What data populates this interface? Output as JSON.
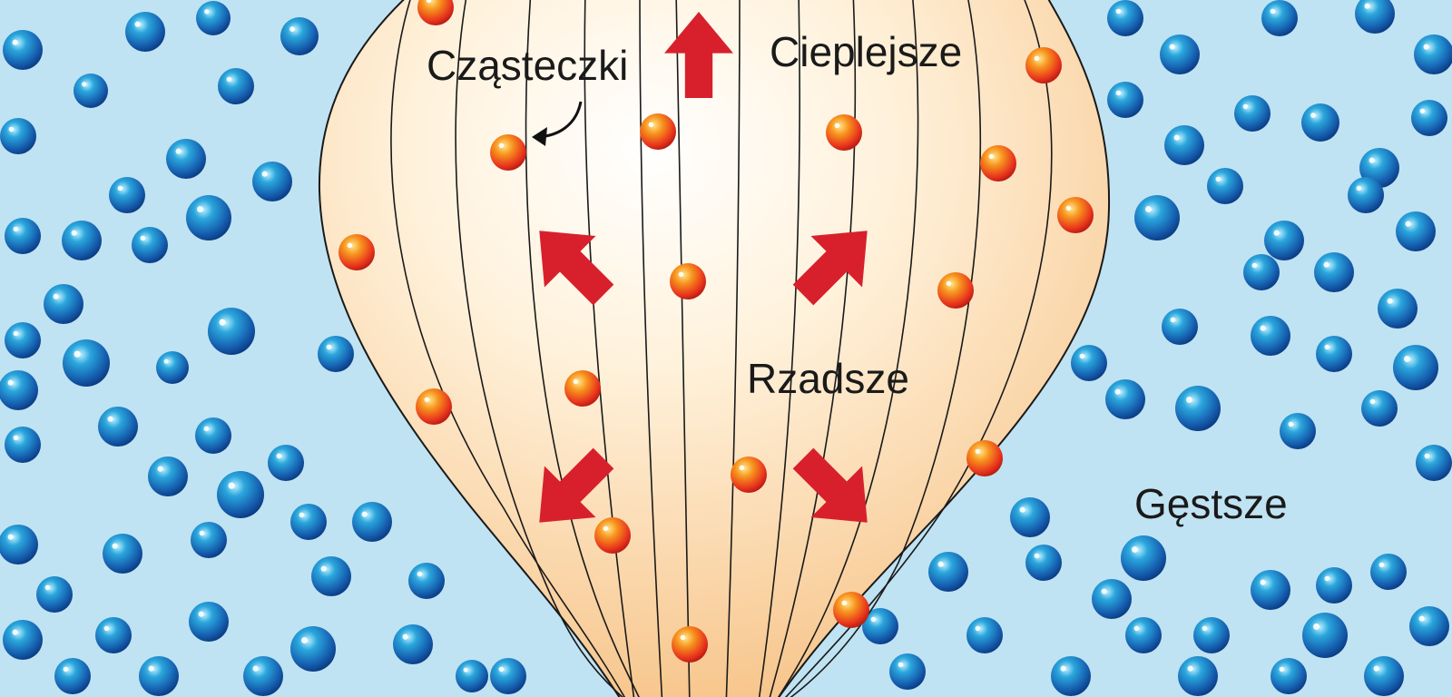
{
  "labels": {
    "particles": "Cząsteczki",
    "warmer": "Cieplejsze",
    "sparser": "Rzadsze",
    "denser": "Gęstsze"
  },
  "colors": {
    "air_background": "#bfe3f3",
    "balloon_fill_center": "#fffaf0",
    "balloon_fill_edge": "#f7c384",
    "balloon_outline": "#1a1a1a",
    "arrow_red": "#d8202c",
    "hot_particle": "#f06a1f",
    "cold_particle": "#1b6fb7"
  },
  "icons": {
    "hot_particle": "orange-sphere-icon",
    "cold_particle": "blue-sphere-icon",
    "expansion_arrow": "red-arrow-icon"
  }
}
